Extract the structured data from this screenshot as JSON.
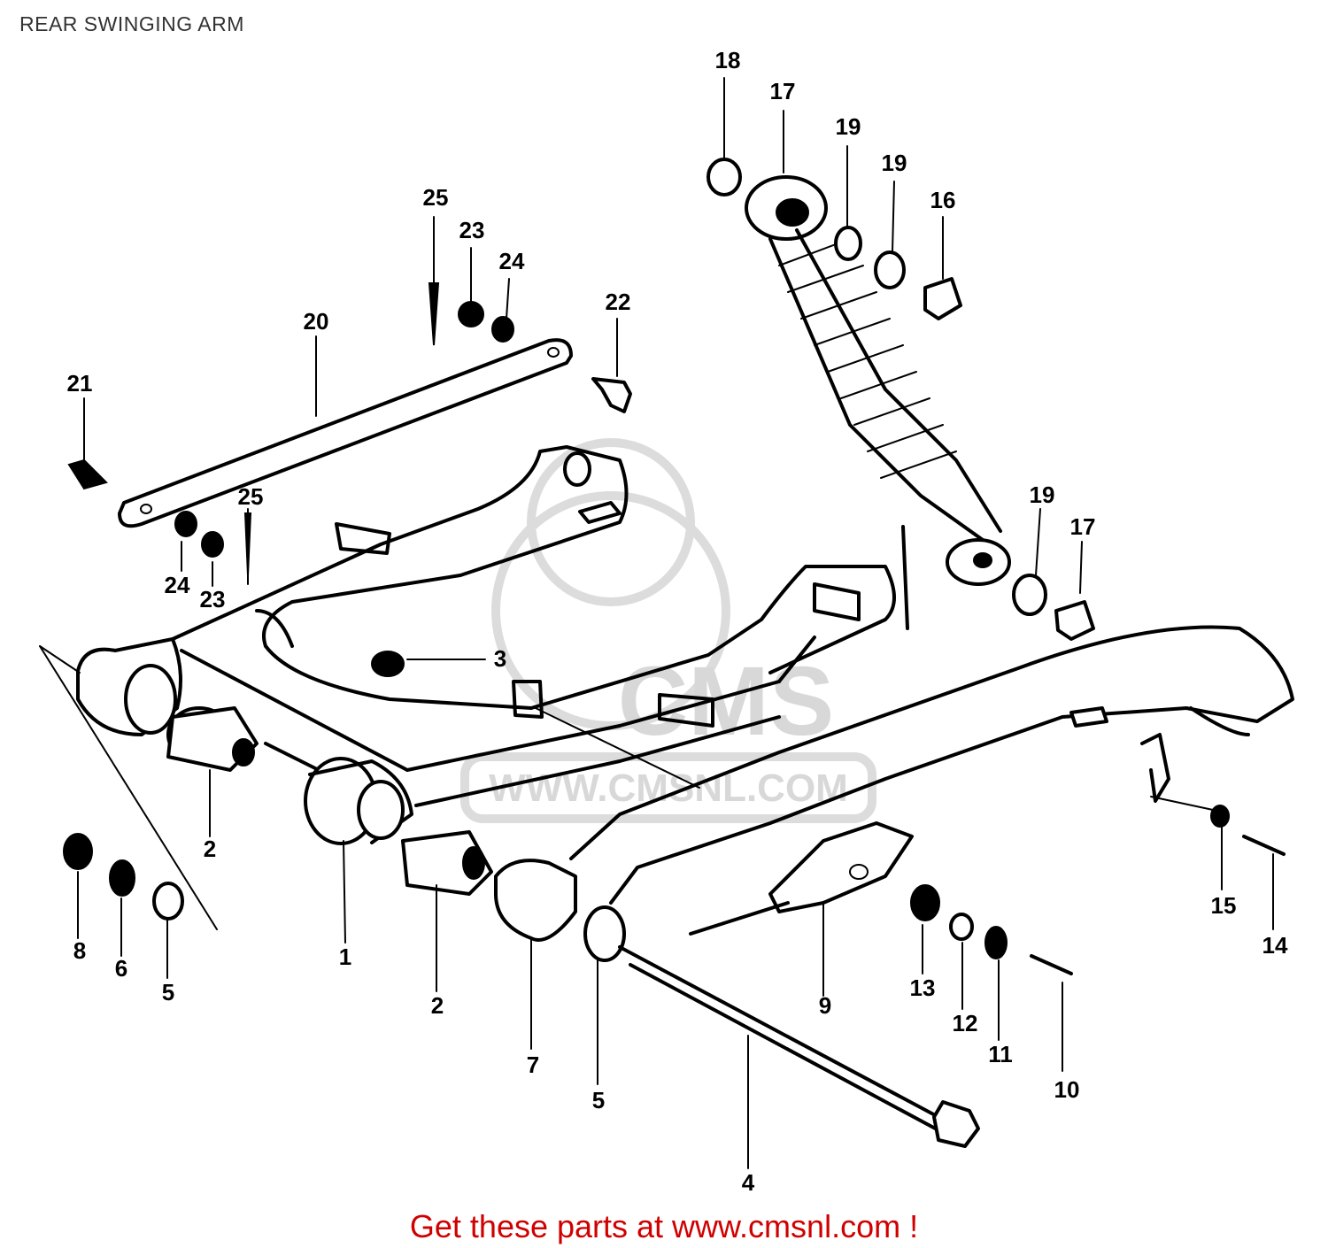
{
  "page": {
    "title": "REAR SWINGING ARM",
    "footer_link": "Get these parts at www.cmsnl.com !"
  },
  "watermark": {
    "logo_text": "CMS",
    "url_text": "WWW.CMSNL.COM"
  },
  "callouts": [
    "1",
    "2",
    "2",
    "3",
    "4",
    "5",
    "5",
    "6",
    "7",
    "8",
    "9",
    "10",
    "11",
    "12",
    "13",
    "14",
    "15",
    "16",
    "17",
    "17",
    "18",
    "19",
    "19",
    "19",
    "20",
    "21",
    "22",
    "23",
    "23",
    "24",
    "24",
    "25",
    "25"
  ],
  "colors": {
    "title": "#333333",
    "footer_link": "#d00000",
    "line_art": "#000000",
    "watermark": "#d8d8d8"
  }
}
